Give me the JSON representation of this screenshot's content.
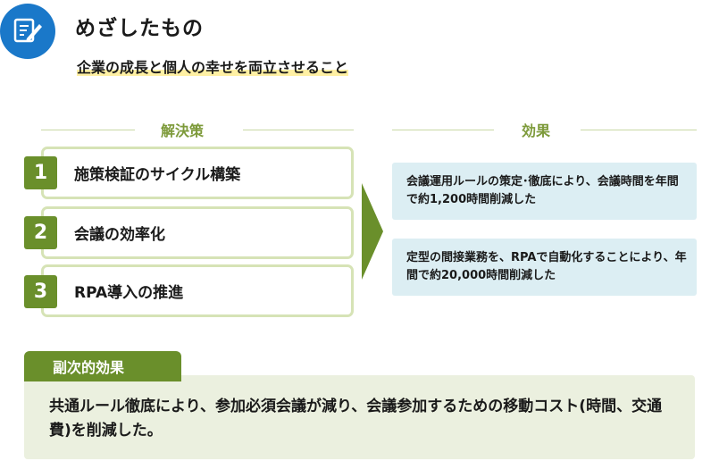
{
  "header": {
    "icon": "memo-pencil-icon",
    "title": "めざしたもの",
    "subtitle": "企業の成長と個人の幸せを両立させること"
  },
  "solutions": {
    "heading": "解決策",
    "items": [
      {
        "number": "1",
        "label": "施策検証のサイクル構築"
      },
      {
        "number": "2",
        "label": "会議の効率化"
      },
      {
        "number": "3",
        "label": "RPA導入の推進"
      }
    ]
  },
  "effects": {
    "heading": "効果",
    "items": [
      {
        "text": "会議運用ルールの策定･徹底により、会議時間を年間で約1,200時間削減した"
      },
      {
        "text": "定型の間接業務を、RPAで自動化することにより、年間で約20,000時間削減した"
      }
    ]
  },
  "secondary_effect": {
    "heading": "副次的効果",
    "text": "共通ルール徹底により、参加必須会議が減り、会議参加するための移動コスト(時間、交通費)を削減した。"
  },
  "colors": {
    "accent_green": "#6a8f2b",
    "header_blue": "#1a78c9",
    "effect_bg": "#dceef3",
    "secondary_bg": "#ebf0df"
  }
}
